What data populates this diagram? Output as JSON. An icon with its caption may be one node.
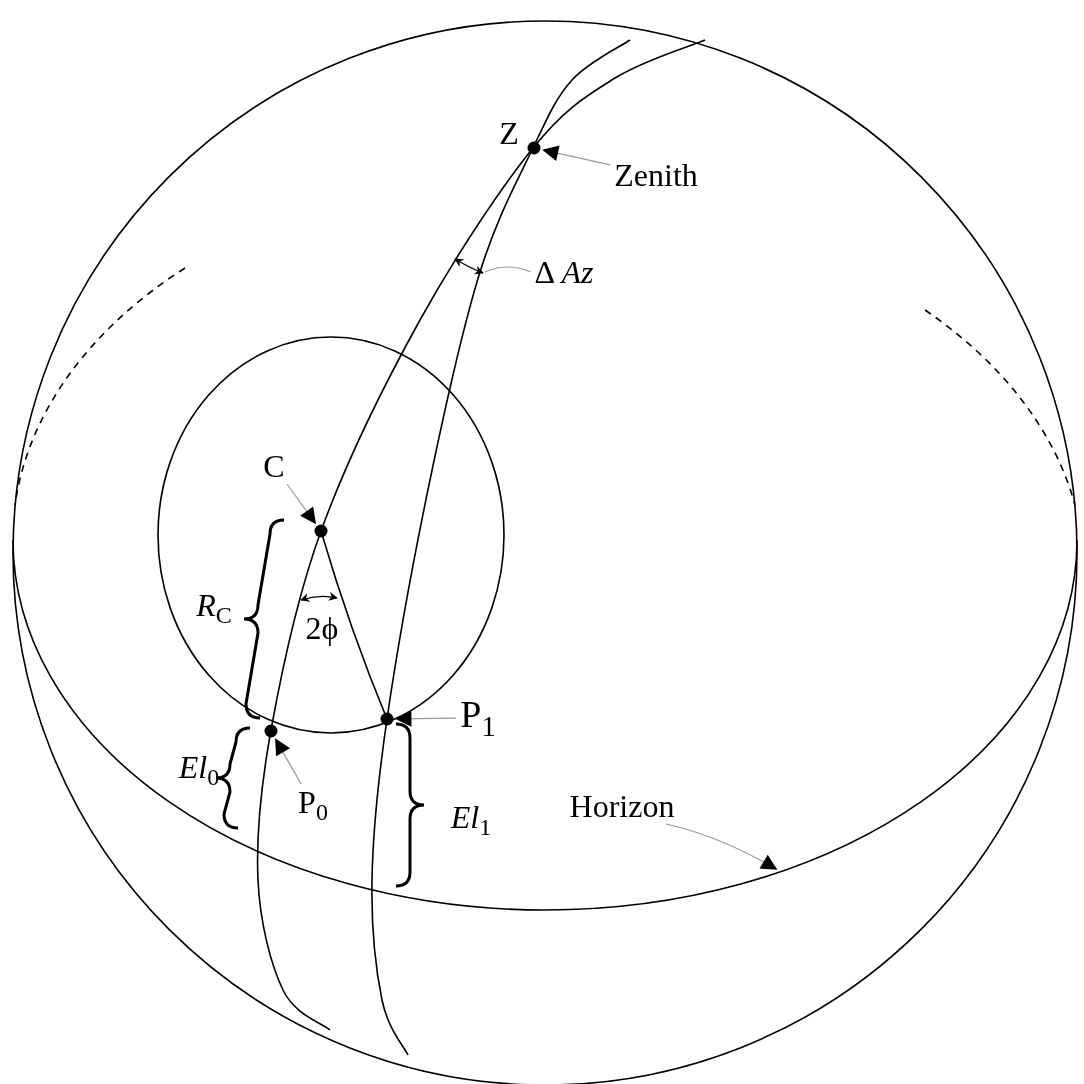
{
  "diagram": {
    "nodes": [
      {
        "text": [
          "Zenith"
        ]
      },
      {
        "text": [],
        "shape": "circle",
        "beside": [
          "Z"
        ]
      },
      {
        "text": [
          "C"
        ]
      },
      {
        "text": [],
        "shape": "circle"
      },
      {
        "text": [
          "P$_{1}$"
        ]
      },
      {
        "text": [],
        "shape": "circle"
      },
      {
        "text": [
          "P$_{0}$"
        ]
      },
      {
        "text": [],
        "shape": "circle"
      },
      {
        "text": [
          "Horizon"
        ]
      },
      {
        "text": [
          "Δ *Az*"
        ]
      }
    ],
    "edges": [
      {
        "from": 0,
        "to": 1,
        "arrow": "to"
      },
      {
        "from": 2,
        "to": 3,
        "arrow": "to"
      },
      {
        "from": 4,
        "to": 5,
        "arrow": "to"
      },
      {
        "from": 6,
        "to": 7,
        "arrow": "to"
      },
      {
        "from": 8,
        "to": null,
        "arrow": "to"
      },
      {
        "from": 9,
        "to": null,
        "arrow": "none"
      }
    ],
    "labels": [
      "*R*$_{C}$",
      "2ϕ",
      "*El*$_{0}$",
      "*El*$_{1}$"
    ]
  }
}
